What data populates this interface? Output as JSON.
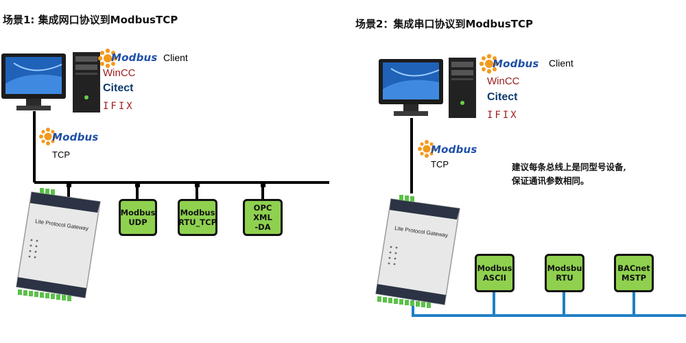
{
  "scene1": {
    "title": "场景1: 集成网口协议到ModbusTCP",
    "client_label": "Client",
    "modbus_logo_text": "Modbus",
    "wincc": "WinCC",
    "citect": "Citect",
    "ifix": "IFIX",
    "bus_modbus_text": "Modbus",
    "bus_label": "TCP",
    "gateway_label": "Lite Protocol Gateway",
    "devices": [
      {
        "label": "Modbus\nUDP"
      },
      {
        "label": "Modbus\nRTU_TCP"
      },
      {
        "label": "OPC XML\n-DA"
      }
    ]
  },
  "scene2": {
    "title": "场景2：集成串口协议到ModbusTCP",
    "client_label": "Client",
    "modbus_logo_text": "Modbus",
    "wincc": "WinCC",
    "citect": "Citect",
    "ifix": "IFIX",
    "bus_modbus_text": "Modbus",
    "bus_label": "TCP",
    "gateway_label": "Lite Protocol Gateway",
    "note_line1": "建议每条总线上是同型号设备,",
    "note_line2": "保证通讯参数相同。",
    "devices": [
      {
        "label": "Modbus\nASCII"
      },
      {
        "label": "Modsbu\nRTU"
      },
      {
        "label": "BACnet\nMSTP"
      }
    ]
  },
  "colors": {
    "device_fill": "#8fd14f",
    "ethernet_line": "#000000",
    "serial_line": "#1f7fc4",
    "modbus_blue": "#1e4fa8",
    "modbus_orange": "#f39a1e"
  }
}
